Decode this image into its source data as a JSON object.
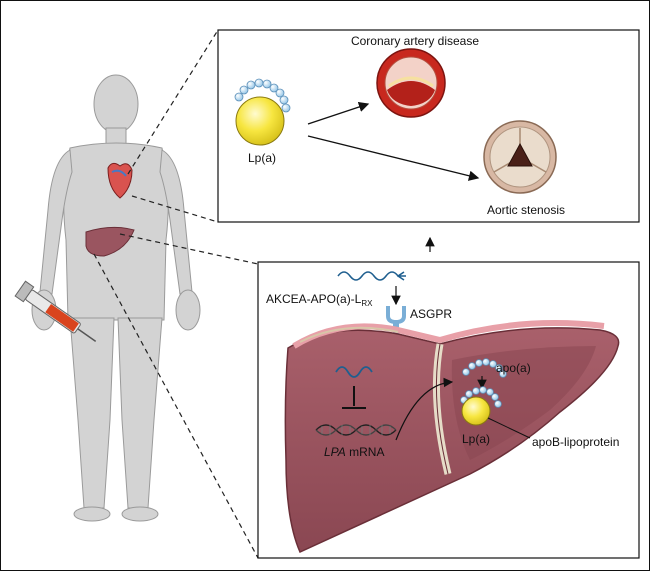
{
  "top_panel": {
    "lpa_label": "Lp(a)",
    "coronary_label": "Coronary artery disease",
    "aortic_label": "Aortic stenosis"
  },
  "liver_panel": {
    "drug_label_main": "AKCEA-APO(a)-L",
    "drug_label_sub": "RX",
    "receptor_label": "ASGPR",
    "mrna_italic": "LPA",
    "mrna_rest": " mRNA",
    "apoa_label": "apo(a)",
    "lpa_label": "Lp(a)",
    "apob_label": "apoB-lipoprotein"
  },
  "colors": {
    "lpa_yellow": "#f5e23a",
    "apoa_bead": "#a8d2ee",
    "mrna_blue": "#1f5f8f",
    "liver": "#9a5560",
    "liver_dark": "#7c3f4a",
    "body_gray": "#d3d3d3",
    "artery_red": "#c8281e"
  }
}
